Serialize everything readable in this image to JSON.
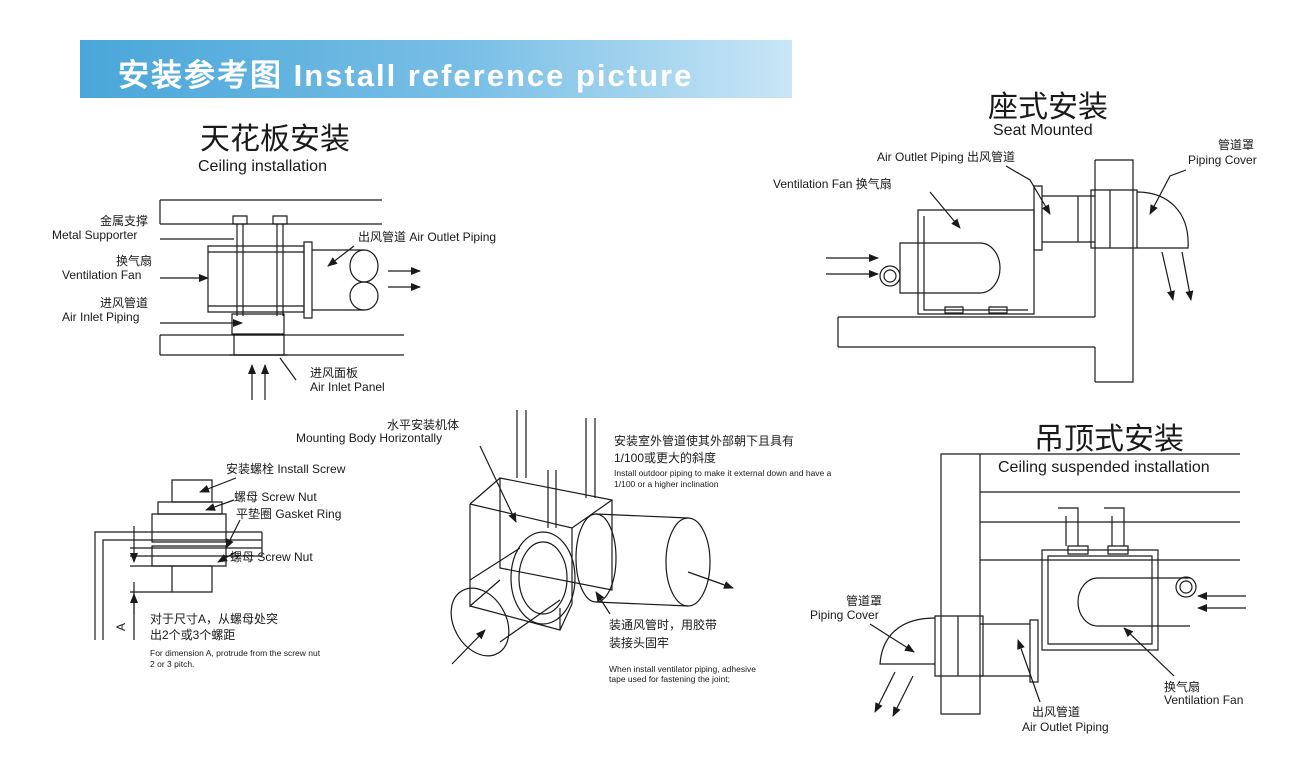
{
  "banner": {
    "title": "安装参考图 Install reference picture",
    "color": "#4aa6d9"
  },
  "ceiling": {
    "title_cn": "天花板安装",
    "title_en": "Ceiling installation",
    "metal_supporter_cn": "金属支撑",
    "metal_supporter_en": "Metal Supporter",
    "fan_cn": "换气扇",
    "fan_en": "Ventilation Fan",
    "inlet_piping_cn": "进风管道",
    "inlet_piping_en": "Air Inlet Piping",
    "outlet_piping": "出风管道 Air Outlet Piping",
    "inlet_panel_cn": "进风面板",
    "inlet_panel_en": "Air Inlet Panel"
  },
  "seat": {
    "title_cn": "座式安装",
    "title_en": "Seat Mounted",
    "outlet_piping": "Air Outlet Piping 出风管道",
    "fan": "Ventilation Fan 换气扇",
    "cover_cn": "管道罩",
    "cover_en": "Piping Cover"
  },
  "screw": {
    "install_screw": "安装螺栓 Install Screw",
    "screw_nut_top": "螺母 Screw Nut",
    "gasket_ring": "平垫圈 Gasket Ring",
    "screw_nut_bottom": "螺母 Screw Nut",
    "dim_label": "A",
    "note_cn_1": "对于尺寸A，从螺母处突",
    "note_cn_2": "出2个或3个螺距",
    "note_en_1": "For dimension A, protrude from the screw nut",
    "note_en_2": "2 or 3 pitch."
  },
  "body": {
    "mount_cn": "水平安装机体",
    "mount_en": "Mounting Body Horizontally",
    "outdoor_cn_1": "安装室外管道使其外部朝下且具有",
    "outdoor_cn_2": "1/100或更大的斜度",
    "outdoor_en_1": "Install outdoor piping to make it external down and have a",
    "outdoor_en_2": "1/100 or a higher inclination",
    "tape_cn_1": "装通风管时，用胶带",
    "tape_cn_2": "装接头固牢",
    "tape_en_1": "When install ventilator piping, adhesive",
    "tape_en_2": "tape used for fastening the joint;"
  },
  "suspended": {
    "title_cn": "吊顶式安装",
    "title_en": "Ceiling suspended installation",
    "cover_cn": "管道罩",
    "cover_en": "Piping Cover",
    "fan_cn": "换气扇",
    "fan_en": "Ventilation Fan",
    "outlet_cn": "出风管道",
    "outlet_en": "Air Outlet Piping"
  }
}
